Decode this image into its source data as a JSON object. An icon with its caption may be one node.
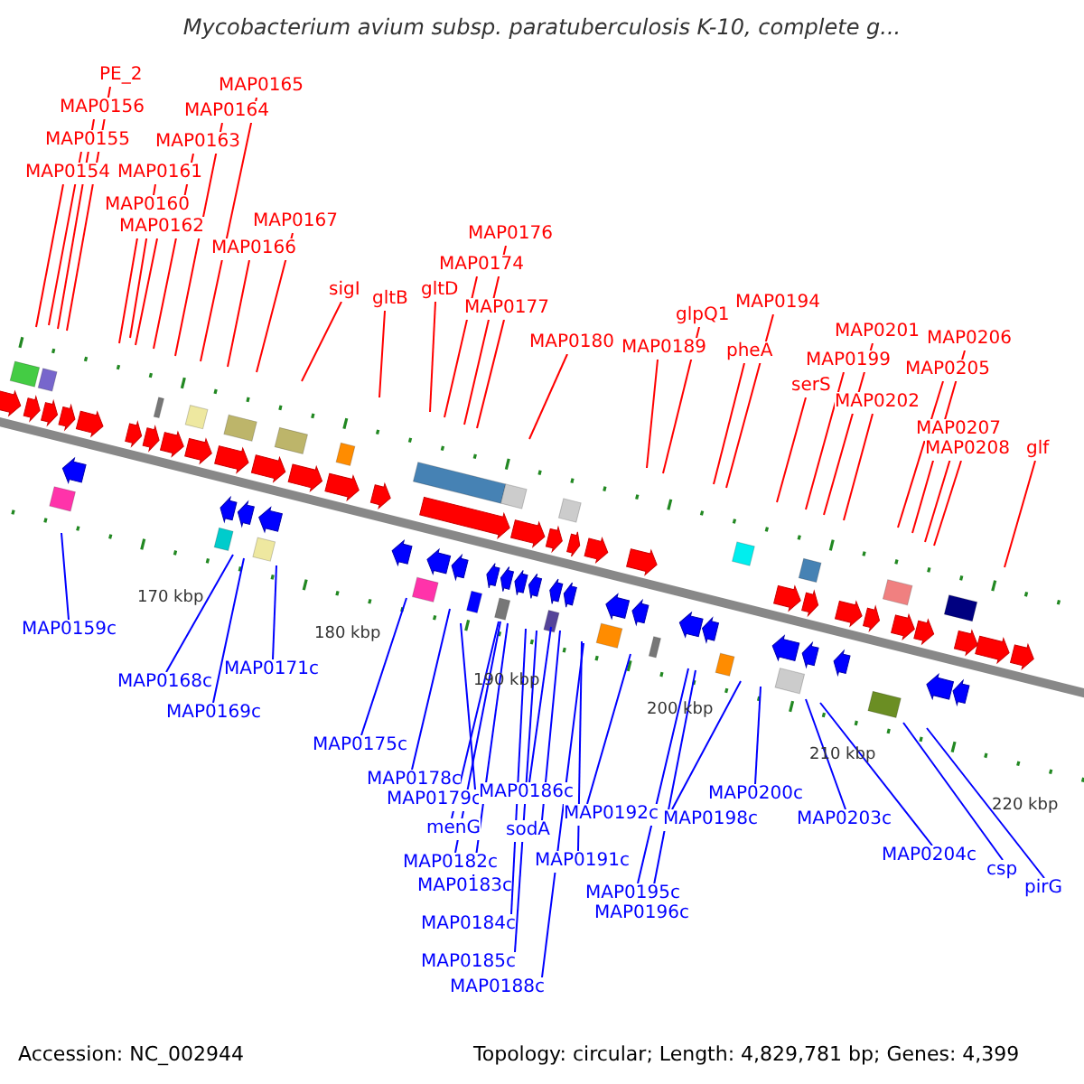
{
  "diagram": {
    "title": "Mycobacterium avium subsp. paratuberculosis K-10, complete g...",
    "nodes": [
      {
        "text": [
          "PE_2"
        ]
      },
      {
        "text": [
          "MAP0156"
        ]
      },
      {
        "text": [
          "MAP0155"
        ]
      },
      {
        "text": [
          "MAP0154"
        ]
      },
      {
        "text": [
          "MAP0165"
        ]
      },
      {
        "text": [
          "MAP0164"
        ]
      },
      {
        "text": [
          "MAP0163"
        ]
      },
      {
        "text": [
          "MAP0161"
        ]
      },
      {
        "text": [
          "MAP0160"
        ]
      },
      {
        "text": [
          "MAP0162"
        ]
      },
      {
        "text": [
          "MAP0167"
        ]
      },
      {
        "text": [
          "MAP0166"
        ]
      },
      {
        "text": [
          "sigI"
        ]
      },
      {
        "text": [
          "gltB"
        ]
      },
      {
        "text": [
          "gltD"
        ]
      },
      {
        "text": [
          "MAP0176"
        ]
      },
      {
        "text": [
          "MAP0174"
        ]
      },
      {
        "text": [
          "MAP0177"
        ]
      },
      {
        "text": [
          "MAP0180"
        ]
      },
      {
        "text": [
          "MAP0189"
        ]
      },
      {
        "text": [
          "glpQ1"
        ]
      },
      {
        "text": [
          "MAP0194"
        ]
      },
      {
        "text": [
          "pheA"
        ]
      },
      {
        "text": [
          "serS"
        ]
      },
      {
        "text": [
          "MAP0199"
        ]
      },
      {
        "text": [
          "MAP0201"
        ]
      },
      {
        "text": [
          "MAP0202"
        ]
      },
      {
        "text": [
          "MAP0206"
        ]
      },
      {
        "text": [
          "MAP0205"
        ]
      },
      {
        "text": [
          "MAP0207"
        ]
      },
      {
        "text": [
          "MAP0208"
        ]
      },
      {
        "text": [
          "glf"
        ]
      },
      {
        "text": [
          "MAP0159c"
        ]
      },
      {
        "text": [
          "MAP0168c"
        ]
      },
      {
        "text": [
          "MAP0169c"
        ]
      },
      {
        "text": [
          "MAP0171c"
        ]
      },
      {
        "text": [
          "MAP0175c"
        ]
      },
      {
        "text": [
          "MAP0178c"
        ]
      },
      {
        "text": [
          "MAP0179c"
        ]
      },
      {
        "text": [
          "menG"
        ]
      },
      {
        "text": [
          "MAP0186c"
        ]
      },
      {
        "text": [
          "sodA"
        ]
      },
      {
        "text": [
          "MAP0182c"
        ]
      },
      {
        "text": [
          "MAP0183c"
        ]
      },
      {
        "text": [
          "MAP0184c"
        ]
      },
      {
        "text": [
          "MAP0185c"
        ]
      },
      {
        "text": [
          "MAP0188c"
        ]
      },
      {
        "text": [
          "MAP0191c"
        ]
      },
      {
        "text": [
          "MAP0192c"
        ]
      },
      {
        "text": [
          "MAP0195c"
        ]
      },
      {
        "text": [
          "MAP0196c"
        ]
      },
      {
        "text": [
          "MAP0198c"
        ]
      },
      {
        "text": [
          "MAP0200c"
        ]
      },
      {
        "text": [
          "MAP0203c"
        ]
      },
      {
        "text": [
          "MAP0204c"
        ]
      },
      {
        "text": [
          "csp"
        ]
      },
      {
        "text": [
          "pirG"
        ]
      }
    ],
    "edges": [
      {
        "from": 0,
        "to": null,
        "arrow": "none"
      },
      {
        "from": 1,
        "to": null,
        "arrow": "none"
      },
      {
        "from": 2,
        "to": null,
        "arrow": "none"
      },
      {
        "from": 3,
        "to": null,
        "arrow": "none"
      },
      {
        "from": 4,
        "to": null,
        "arrow": "none"
      },
      {
        "from": 5,
        "to": null,
        "arrow": "none"
      },
      {
        "from": 6,
        "to": null,
        "arrow": "none"
      },
      {
        "from": 7,
        "to": null,
        "arrow": "none"
      },
      {
        "from": 8,
        "to": null,
        "arrow": "none"
      },
      {
        "from": 9,
        "to": null,
        "arrow": "none"
      },
      {
        "from": 10,
        "to": null,
        "arrow": "none"
      },
      {
        "from": 11,
        "to": null,
        "arrow": "none"
      },
      {
        "from": 12,
        "to": null,
        "arrow": "none"
      },
      {
        "from": 13,
        "to": null,
        "arrow": "none"
      },
      {
        "from": 14,
        "to": null,
        "arrow": "none"
      },
      {
        "from": 15,
        "to": null,
        "arrow": "none"
      },
      {
        "from": 16,
        "to": null,
        "arrow": "none"
      },
      {
        "from": 17,
        "to": null,
        "arrow": "none"
      },
      {
        "from": 18,
        "to": null,
        "arrow": "none"
      },
      {
        "from": 19,
        "to": null,
        "arrow": "none"
      },
      {
        "from": 20,
        "to": null,
        "arrow": "none"
      },
      {
        "from": 21,
        "to": null,
        "arrow": "none"
      },
      {
        "from": 22,
        "to": null,
        "arrow": "none"
      },
      {
        "from": 23,
        "to": null,
        "arrow": "none"
      },
      {
        "from": 24,
        "to": null,
        "arrow": "none"
      },
      {
        "from": 25,
        "to": null,
        "arrow": "none"
      },
      {
        "from": 26,
        "to": null,
        "arrow": "none"
      },
      {
        "from": 27,
        "to": null,
        "arrow": "none"
      },
      {
        "from": 28,
        "to": null,
        "arrow": "none"
      },
      {
        "from": 29,
        "to": null,
        "arrow": "none"
      },
      {
        "from": 30,
        "to": null,
        "arrow": "none"
      },
      {
        "from": 31,
        "to": null,
        "arrow": "none"
      },
      {
        "from": 32,
        "to": null,
        "arrow": "none",
        "color": "#0000ff"
      },
      {
        "from": 33,
        "to": null,
        "arrow": "none",
        "color": "#0000ff"
      },
      {
        "from": 34,
        "to": null,
        "arrow": "none",
        "color": "#0000ff"
      },
      {
        "from": 35,
        "to": null,
        "arrow": "none",
        "color": "#0000ff"
      },
      {
        "from": 36,
        "to": null,
        "arrow": "none",
        "color": "#0000ff"
      },
      {
        "from": 37,
        "to": null,
        "arrow": "none",
        "color": "#0000ff"
      },
      {
        "from": 38,
        "to": null,
        "arrow": "none",
        "color": "#0000ff"
      },
      {
        "from": 39,
        "to": null,
        "arrow": "none",
        "color": "#0000ff"
      },
      {
        "from": 40,
        "to": null,
        "arrow": "none",
        "color": "#0000ff"
      },
      {
        "from": 41,
        "to": null,
        "arrow": "none",
        "color": "#0000ff"
      },
      {
        "from": 42,
        "to": null,
        "arrow": "none",
        "color": "#0000ff"
      },
      {
        "from": 43,
        "to": null,
        "arrow": "none",
        "color": "#0000ff"
      },
      {
        "from": 44,
        "to": null,
        "arrow": "none",
        "color": "#0000ff"
      },
      {
        "from": 45,
        "to": null,
        "arrow": "none",
        "color": "#0000ff"
      },
      {
        "from": 46,
        "to": null,
        "arrow": "none",
        "color": "#0000ff"
      },
      {
        "from": 47,
        "to": null,
        "arrow": "none",
        "color": "#0000ff"
      },
      {
        "from": 48,
        "to": null,
        "arrow": "none",
        "color": "#0000ff"
      },
      {
        "from": 49,
        "to": null,
        "arrow": "none",
        "color": "#0000ff"
      },
      {
        "from": 50,
        "to": null,
        "arrow": "none",
        "color": "#0000ff"
      },
      {
        "from": 51,
        "to": null,
        "arrow": "none",
        "color": "#0000ff"
      },
      {
        "from": 52,
        "to": null,
        "arrow": "none",
        "color": "#0000ff"
      },
      {
        "from": 53,
        "to": null,
        "arrow": "none",
        "color": "#0000ff"
      },
      {
        "from": 54,
        "to": null,
        "arrow": "none",
        "color": "#0000ff"
      },
      {
        "from": 55,
        "to": null,
        "arrow": "none",
        "color": "#0000ff"
      },
      {
        "from": 56,
        "to": null,
        "arrow": "none",
        "color": "#0000ff"
      }
    ],
    "labels": [
      "170 kbp",
      "180 kbp",
      "190 kbp",
      "200 kbp",
      "210 kbp",
      "220 kbp",
      "Accession: NC_002944",
      "Topology: circular; Length: 4,829,781 bp; Genes: 4,399"
    ]
  }
}
